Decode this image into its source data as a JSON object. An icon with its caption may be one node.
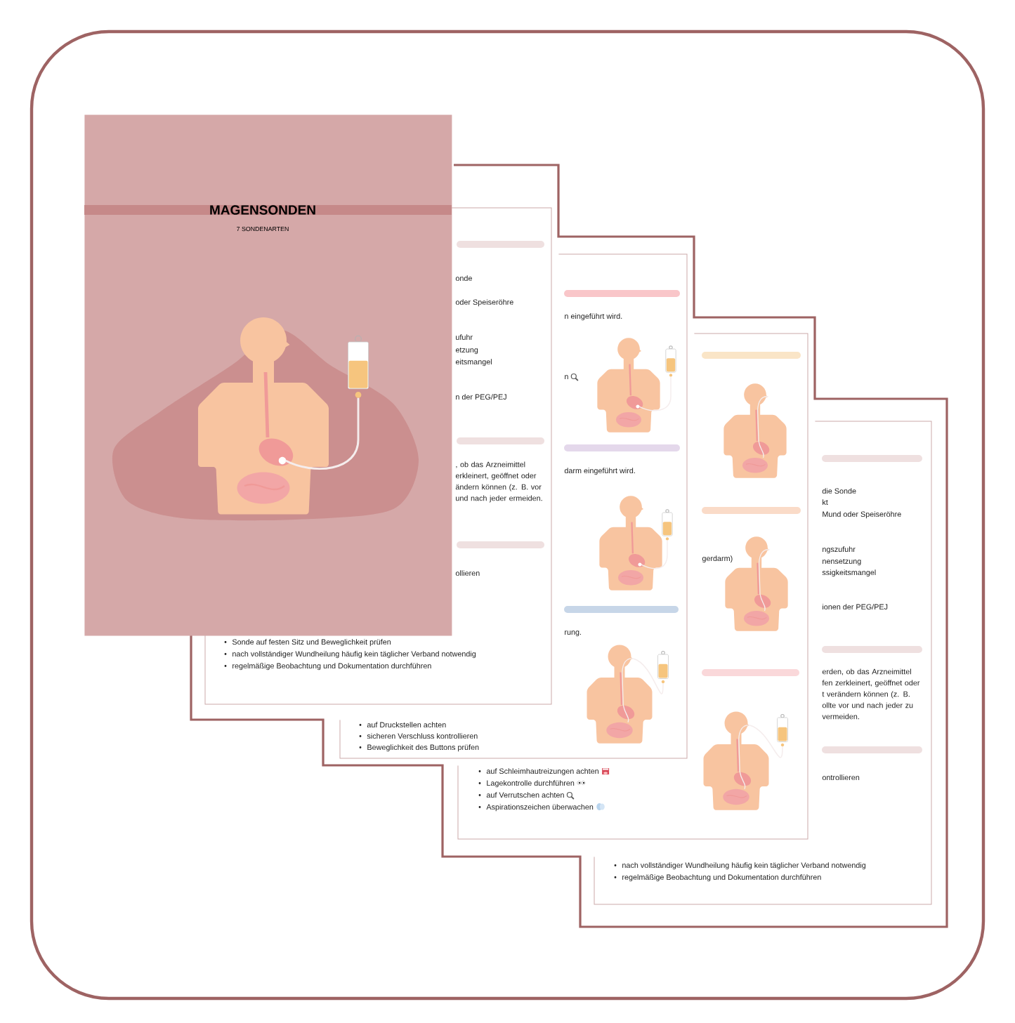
{
  "diagram": {
    "nodes": [
      {
        "text": [
          "MAGENSONDEN",
          "7 SONDENARTEN"
        ]
      }
    ],
    "labels": [
      "onde",
      "oder Speiseröhre",
      "ufuhr",
      "etzung",
      "eitsmangel",
      "n der PEG/PEJ",
      ", ob das Arzneimittel erkleinert, geöffnet oder ändern können (z. B. vor und nach jeder ermeiden.",
      "ollieren",
      "Sonde auf festen Sitz und Beweglichkeit prüfen",
      "nach vollständiger Wundheilung häufig kein täglicher Verband notwendig",
      "regelmäßige Beobachtung und Dokumentation durchführen",
      "n eingeführt wird.",
      "n",
      "darm eingeführt wird.",
      "rung.",
      "auf Druckstellen achten",
      "sicheren Verschluss kontrollieren",
      "Beweglichkeit des Buttons prüfen",
      "gerdarm)",
      "auf Schleimhautreizungen achten",
      "Lagekontrolle durchführen",
      "auf Verrutschen achten",
      "Aspirationszeichen überwachen",
      "die Sonde",
      "kt",
      "Mund oder Speiseröhre",
      "ngszufuhr",
      "nensetzung",
      "ssigkeitsmangel",
      "ionen der PEG/PEJ",
      "erden, ob das Arzneimittel fen zerkleinert, geöffnet oder t verändern können (z. B. ollte vor und nach jeder zu vermeiden.",
      "ontrollieren",
      "nach vollständiger Wundheilung häufig kein täglicher Verband notwendig",
      "regelmäßige Beobachtung und Dokumentation durchführen"
    ]
  }
}
